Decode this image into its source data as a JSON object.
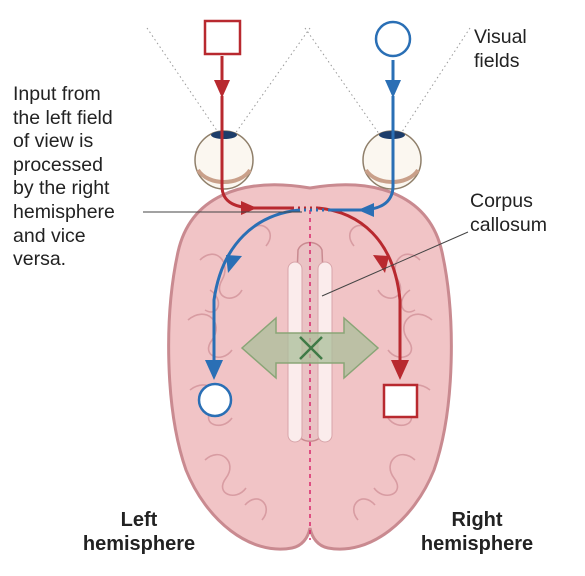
{
  "labels": {
    "visual_fields": [
      "Visual",
      "fields"
    ],
    "corpus_callosum": [
      "Corpus",
      "callosum"
    ],
    "description": [
      "Input from",
      "the left field",
      "of view is",
      "processed",
      "by the right",
      "hemisphere",
      "and vice",
      "versa."
    ],
    "left_hemisphere": [
      "Left",
      "hemisphere"
    ],
    "right_hemisphere": [
      "Right",
      "hemisphere"
    ]
  },
  "symbols": {
    "left_field_shape": "square",
    "right_field_shape": "circle",
    "crossing_mark": "x-mark"
  },
  "colors": {
    "red_pathway": "#b8292f",
    "blue_pathway": "#2a6fb5",
    "brain_fill": "#f1c4c6",
    "brain_outline": "#c98a90",
    "arrow_green": "#8aa577",
    "background": "#ffffff"
  }
}
